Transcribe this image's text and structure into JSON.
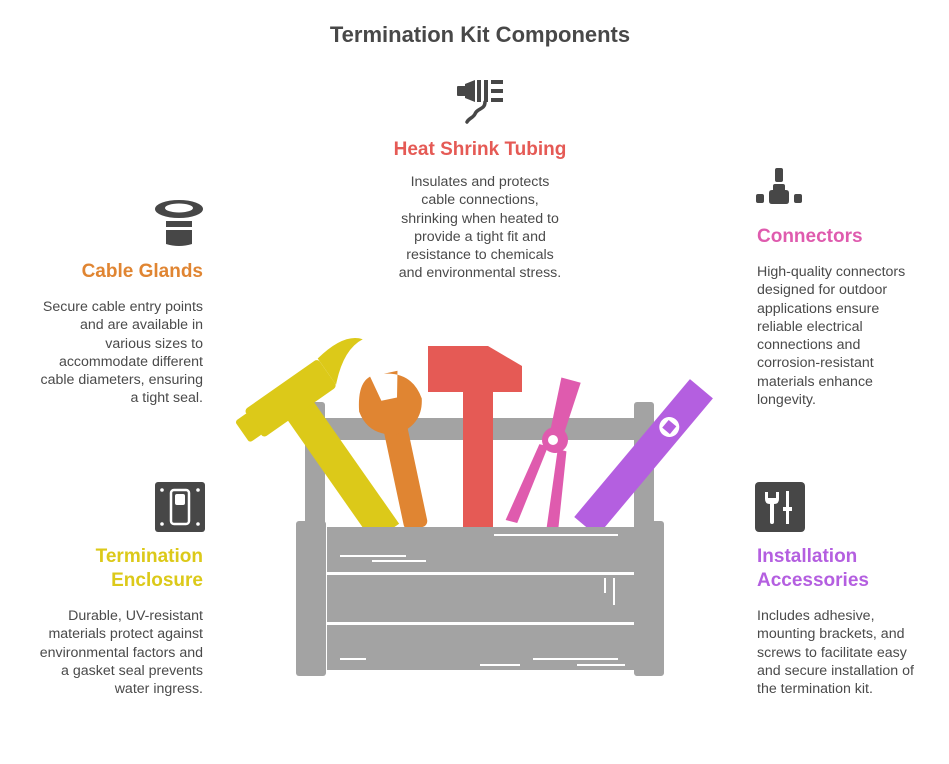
{
  "title": "Termination Kit Components",
  "colors": {
    "cable_glands": "#E08532",
    "heat_shrink": "#E55A55",
    "connectors": "#DF5BAE",
    "enclosure": "#DCC919",
    "accessories": "#B45FE0",
    "icon_dark": "#474747",
    "toolbox_gray": "#A3A3A3",
    "text": "#4a4a4a"
  },
  "components": {
    "heat_shrink": {
      "icon": "plug-cable-icon",
      "heading": "Heat Shrink Tubing",
      "lines": [
        "Insulates and protects",
        "cable connections,",
        "shrinking when heated to",
        "provide a tight fit and",
        "resistance to chemicals",
        "and environmental stress."
      ]
    },
    "cable_glands": {
      "icon": "cable-gland-icon",
      "heading": "Cable Glands",
      "lines": [
        "Secure cable entry points",
        "and are available in",
        "various sizes to",
        "accommodate different",
        "cable diameters, ensuring",
        "a tight seal."
      ]
    },
    "connectors": {
      "icon": "connector-icon",
      "heading": "Connectors",
      "lines": [
        "High-quality connectors",
        "designed for outdoor",
        "applications ensure",
        "reliable electrical",
        "connections and",
        "corrosion-resistant",
        "materials enhance",
        "longevity."
      ]
    },
    "enclosure": {
      "icon": "enclosure-icon",
      "heading_lines": [
        "Termination",
        "Enclosure"
      ],
      "lines": [
        "Durable, UV-resistant",
        "materials protect against",
        "environmental factors and",
        "a gasket seal prevents",
        "water ingress."
      ]
    },
    "accessories": {
      "icon": "tools-icon",
      "heading_lines": [
        "Installation",
        "Accessories"
      ],
      "lines": [
        "Includes adhesive,",
        "mounting brackets, and",
        "screws to facilitate easy",
        "and secure installation of",
        "the termination kit."
      ]
    }
  },
  "illustration": {
    "name": "toolbox-illustration",
    "tools": [
      "hammer",
      "wrench",
      "mallet",
      "pliers",
      "level-ruler"
    ]
  }
}
